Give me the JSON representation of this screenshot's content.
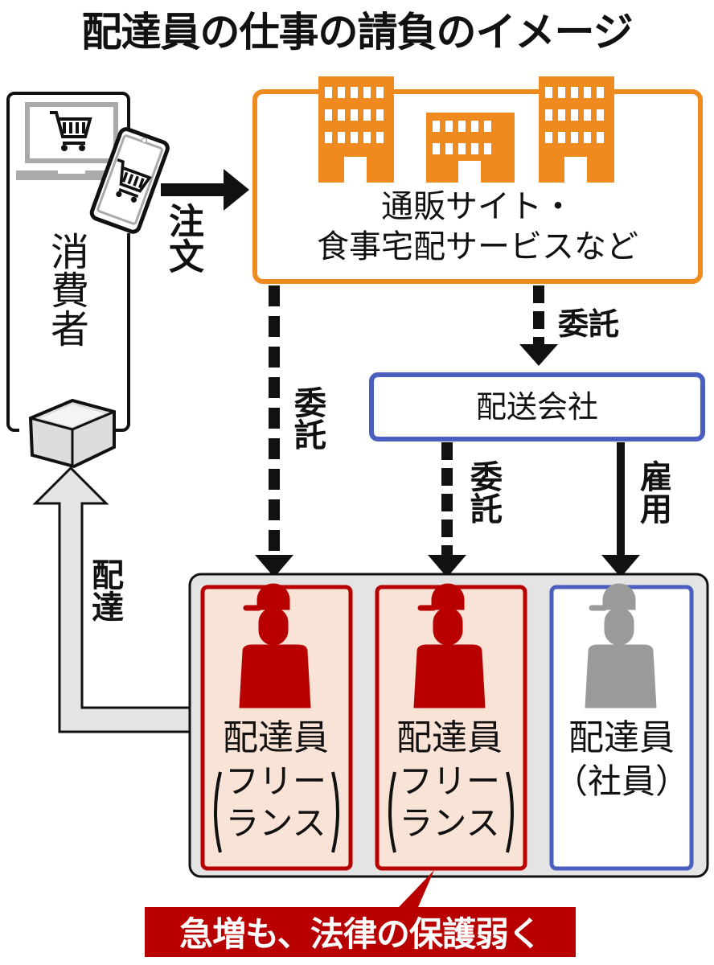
{
  "title": "配達員の仕事の請負のイメージ",
  "consumer": {
    "label": "消費者",
    "icons": [
      "laptop-cart-icon",
      "smartphone-cart-icon",
      "parcel-box-icon"
    ]
  },
  "order_arrow": {
    "label": "注文"
  },
  "platform": {
    "line1": "通販サイト・",
    "line2": "食事宅配サービスなど",
    "icon": "office-buildings-icon"
  },
  "arrows": {
    "platform_to_courier": "委託",
    "platform_to_freelancer": "委託",
    "courier_to_freelancer": "委託",
    "courier_to_employee": "雇用",
    "delivery_to_consumer": "配達"
  },
  "courier_company": {
    "label": "配送会社"
  },
  "workers": [
    {
      "name": "配達員",
      "sub1": "フリー",
      "sub2": "ランス",
      "type": "freelance",
      "icon": "delivery-person-icon"
    },
    {
      "name": "配達員",
      "sub1": "フリー",
      "sub2": "ランス",
      "type": "freelance",
      "icon": "delivery-person-icon"
    },
    {
      "name": "配達員",
      "sub1": "（社員）",
      "type": "employee",
      "icon": "delivery-person-icon"
    }
  ],
  "callout": {
    "text": "急増も、法律の保護弱く"
  },
  "colors": {
    "orange": "#ee8a1e",
    "blue": "#4a5fbf",
    "red": "#b80000",
    "freelance_bg": "#f9e2d6",
    "group_bg": "#e4e4e4",
    "gray_person": "#9a9a9a"
  }
}
